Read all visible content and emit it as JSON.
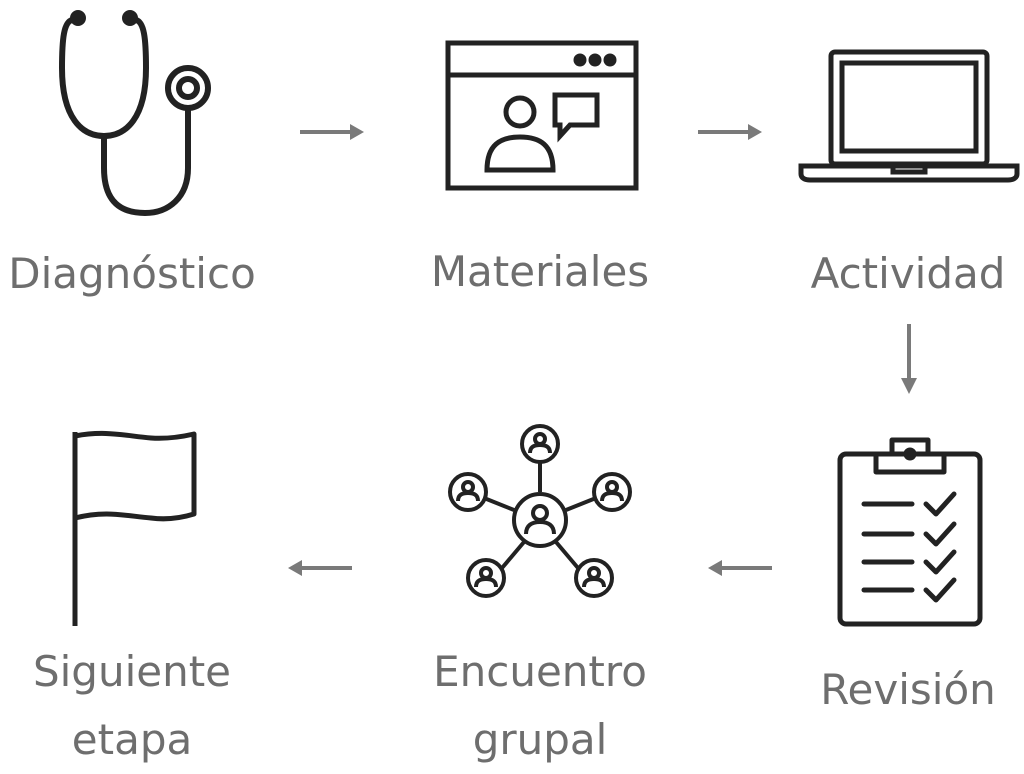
{
  "steps": [
    {
      "label": "Diagnóstico",
      "icon": "stethoscope-icon"
    },
    {
      "label": "Materiales",
      "icon": "video-call-window-icon"
    },
    {
      "label": "Actividad",
      "icon": "laptop-icon"
    },
    {
      "label": "Revisión",
      "icon": "clipboard-checklist-icon"
    },
    {
      "label_line1": "Encuentro",
      "label_line2": "grupal",
      "icon": "group-network-icon"
    },
    {
      "label_line1": "Siguiente",
      "label_line2": "etapa",
      "icon": "flag-icon"
    }
  ],
  "colors": {
    "icon": "#222222",
    "text": "#6e6e6e",
    "arrow": "#7a7a7a"
  }
}
